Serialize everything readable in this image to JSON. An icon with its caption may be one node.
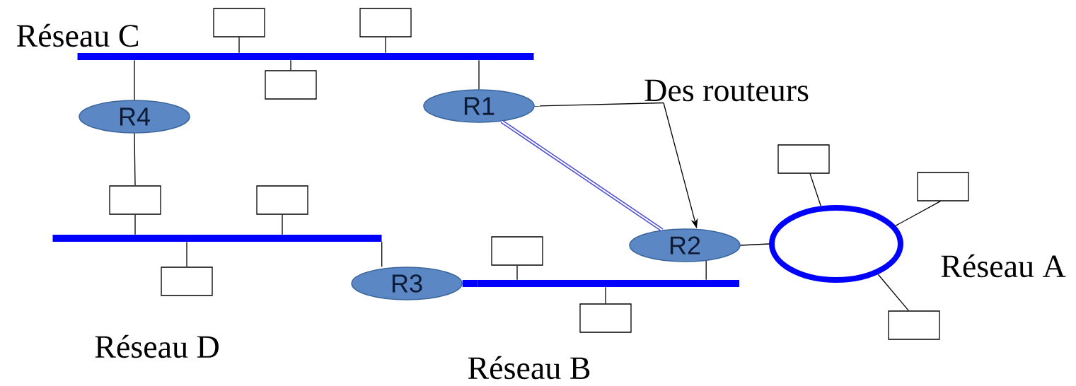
{
  "diagram": {
    "nodes": [
      {
        "text": [],
        "shape": "bar"
      },
      {
        "text": [],
        "shape": "box"
      },
      {
        "text": [],
        "shape": "box"
      },
      {
        "text": [],
        "shape": "box"
      },
      {
        "text": [
          "R4"
        ]
      },
      {
        "text": [
          "R1"
        ]
      },
      {
        "text": [
          "Des routeurs"
        ]
      },
      {
        "text": [],
        "shape": "box"
      },
      {
        "text": [],
        "shape": "box"
      },
      {
        "text": [],
        "shape": "box"
      },
      {
        "text": [],
        "shape": "box"
      },
      {
        "text": [],
        "shape": "bar"
      },
      {
        "text": [
          "R2"
        ]
      },
      {
        "text": [],
        "shape": "circle"
      },
      {
        "text": [],
        "shape": "box"
      },
      {
        "text": [],
        "shape": "box"
      },
      {
        "text": [
          "R3"
        ]
      },
      {
        "text": [],
        "shape": "bar"
      },
      {
        "text": [],
        "shape": "box"
      },
      {
        "text": [],
        "shape": "box"
      }
    ],
    "edges": [
      {
        "from": 0,
        "to": 1,
        "arrow": "none"
      },
      {
        "from": 0,
        "to": 2,
        "arrow": "none"
      },
      {
        "from": 0,
        "to": 3,
        "arrow": "none"
      },
      {
        "from": 0,
        "to": 4,
        "arrow": "none"
      },
      {
        "from": 0,
        "to": 5,
        "arrow": "none"
      },
      {
        "from": 5,
        "to": 12,
        "arrow": "none",
        "style": "thick",
        "color": "#5050d0"
      },
      {
        "from": 6,
        "to": 5,
        "arrow": "none"
      },
      {
        "from": 6,
        "to": 12,
        "arrow": "to"
      },
      {
        "from": 4,
        "to": 9,
        "arrow": "none"
      },
      {
        "from": 9,
        "to": 11,
        "arrow": "none"
      },
      {
        "from": 10,
        "to": 11,
        "arrow": "none"
      },
      {
        "from": 15,
        "to": 11,
        "arrow": "none"
      },
      {
        "from": 11,
        "to": 16,
        "arrow": "none"
      },
      {
        "from": 16,
        "to": 17,
        "arrow": "none",
        "style": "thick",
        "color": "#0000ff"
      },
      {
        "from": 14,
        "to": 17,
        "arrow": "none"
      },
      {
        "from": 18,
        "to": 17,
        "arrow": "none"
      },
      {
        "from": 12,
        "to": 17,
        "arrow": "none"
      },
      {
        "from": 12,
        "to": 13,
        "arrow": "none"
      },
      {
        "from": 7,
        "to": 13,
        "arrow": "none"
      },
      {
        "from": 8,
        "to": 13,
        "arrow": "none"
      },
      {
        "from": 19,
        "to": 13,
        "arrow": "none"
      }
    ],
    "labels": [
      "Réseau C",
      "Réseau A",
      "Réseau D",
      "Réseau B"
    ]
  }
}
